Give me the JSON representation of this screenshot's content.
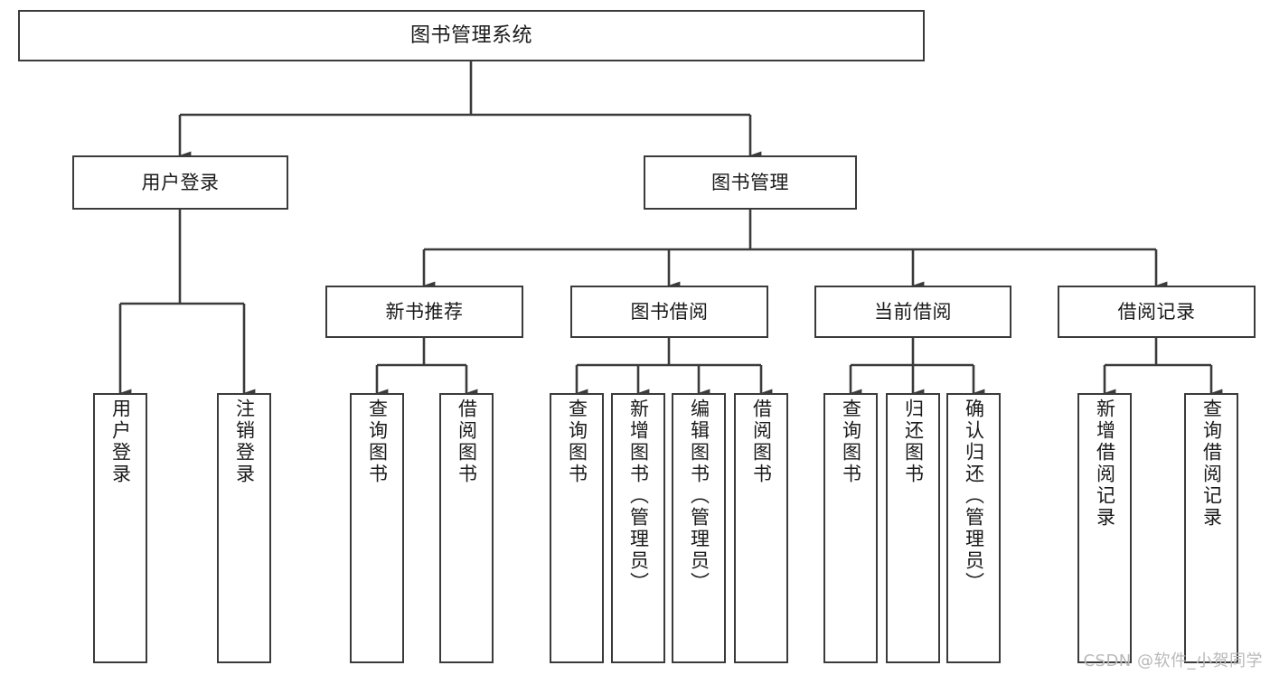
{
  "diagram": {
    "title": "图书管理系统",
    "type": "tree-hierarchy-diagram",
    "watermark": "CSDN @软件_小贺同学",
    "colors": {
      "box_border": "#3b3b3b",
      "box_fill": "#ffffff",
      "edge": "#3b3b3b",
      "text": "#1a1a1a",
      "watermark": "#b9b9b9",
      "background": "#ffffff"
    },
    "nodes": {
      "root": {
        "label": "图书管理系统"
      },
      "level1": [
        {
          "id": "user-login",
          "label": "用户登录"
        },
        {
          "id": "book-manage",
          "label": "图书管理"
        }
      ],
      "level2": [
        {
          "id": "new-book-recommend",
          "label": "新书推荐"
        },
        {
          "id": "book-borrow",
          "label": "图书借阅"
        },
        {
          "id": "current-borrow",
          "label": "当前借阅"
        },
        {
          "id": "borrow-record",
          "label": "借阅记录"
        }
      ],
      "leaves": {
        "user-login": [
          {
            "id": "leaf-user-login",
            "label": "用户登录"
          },
          {
            "id": "leaf-logout-login",
            "label": "注销登录"
          }
        ],
        "new-book-recommend": [
          {
            "id": "leaf-query-book-1",
            "label": "查询图书"
          },
          {
            "id": "leaf-borrow-book-1",
            "label": "借阅图书"
          }
        ],
        "book-borrow": [
          {
            "id": "leaf-query-book-2",
            "label": "查询图书"
          },
          {
            "id": "leaf-add-book",
            "label": "新增图书（管理员）"
          },
          {
            "id": "leaf-edit-book",
            "label": "编辑图书（管理员）"
          },
          {
            "id": "leaf-borrow-book-2",
            "label": "借阅图书"
          }
        ],
        "current-borrow": [
          {
            "id": "leaf-query-book-3",
            "label": "查询图书"
          },
          {
            "id": "leaf-return-book",
            "label": "归还图书"
          },
          {
            "id": "leaf-confirm-return",
            "label": "确认归还（管理员）"
          }
        ],
        "borrow-record": [
          {
            "id": "leaf-add-record",
            "label": "新增借阅记录"
          },
          {
            "id": "leaf-query-record",
            "label": "查询借阅记录"
          }
        ]
      }
    }
  }
}
